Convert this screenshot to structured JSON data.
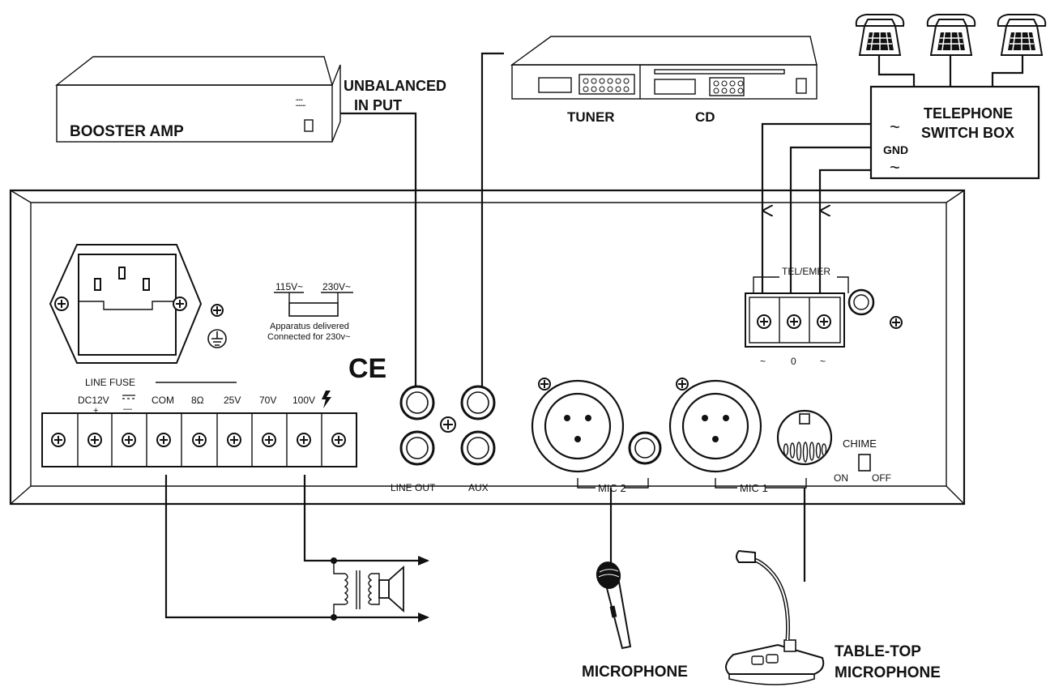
{
  "devices": {
    "booster_amp": "BOOSTER  AMP",
    "unbalanced_input_line1": "UNBALANCED",
    "unbalanced_input_line2": "IN PUT",
    "tuner": "TUNER",
    "cd": "CD",
    "telephone_switch_box_line1": "TELEPHONE",
    "telephone_switch_box_line2": "SWITCH BOX",
    "gnd": "GND",
    "tilde": "~",
    "microphone": "MICROPHONE",
    "table_top_microphone_line1": "TABLE-TOP",
    "table_top_microphone_line2": "MICROPHONE"
  },
  "panel": {
    "voltage_115": "115V~",
    "voltage_230": "230V~",
    "apparatus_line1": "Apparatus  delivered",
    "apparatus_line2": "Connected for 230v~",
    "ce_mark": "CE",
    "tel_emer": "TEL/EMER",
    "tel_terminal_labels": [
      "~",
      "0",
      "~"
    ],
    "line_fuse": "LINE FUSE",
    "terminal_labels": [
      "DC12V",
      "+",
      "—",
      "COM",
      "8Ω",
      "25V",
      "70V",
      "100V"
    ],
    "line_out": "LINE OUT",
    "aux": "AUX",
    "mic2": "MIC  2",
    "mic1": "MIC  1",
    "chime": "CHIME",
    "on": "ON",
    "off": "OFF"
  }
}
